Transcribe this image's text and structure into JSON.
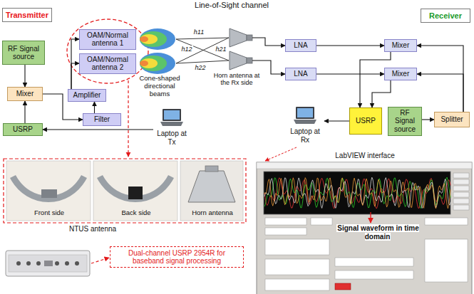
{
  "diagram": {
    "nodes": [
      {
        "text": [
          "Transmitter"
        ]
      },
      {
        "text": [
          "RF Signal source"
        ]
      },
      {
        "text": [
          "Mixer"
        ]
      },
      {
        "text": [
          "USRP"
        ]
      },
      {
        "text": [
          "OAM/Normal antenna 1"
        ]
      },
      {
        "text": [
          "OAM/Normal antenna 2"
        ]
      },
      {
        "text": [
          "Amplifier"
        ]
      },
      {
        "text": [
          "Filter"
        ]
      },
      {
        "text": [
          "Laptop at Tx"
        ]
      },
      {
        "text": [
          "Receiver"
        ]
      },
      {
        "text": [
          "LNA"
        ]
      },
      {
        "text": [
          "LNA"
        ]
      },
      {
        "text": [
          "Mixer"
        ]
      },
      {
        "text": [
          "Mixer"
        ]
      },
      {
        "text": [
          "USRP"
        ]
      },
      {
        "text": [
          "RF Signal source"
        ]
      },
      {
        "text": [
          "Splitter"
        ]
      },
      {
        "text": [
          "Laptop at Rx"
        ]
      },
      {
        "text": [
          "Dual-channel USRP 2954R for baseband signal processing"
        ]
      }
    ],
    "edges": [
      {
        "from": 1,
        "to": 2,
        "arrow": "to"
      },
      {
        "from": 3,
        "to": 2,
        "arrow": "to"
      },
      {
        "from": 2,
        "to": 7,
        "arrow": "to"
      },
      {
        "from": 7,
        "to": 6,
        "arrow": "to"
      },
      {
        "from": 6,
        "to": 4,
        "arrow": "to"
      },
      {
        "from": 6,
        "to": 5,
        "arrow": "to"
      },
      {
        "from": 8,
        "to": 3,
        "arrow": "to"
      },
      {
        "from": 10,
        "to": 12,
        "arrow": "to"
      },
      {
        "from": 11,
        "to": 13,
        "arrow": "to"
      },
      {
        "from": 15,
        "to": 16,
        "arrow": "to"
      },
      {
        "from": 16,
        "to": 12,
        "arrow": "to"
      },
      {
        "from": 16,
        "to": 13,
        "arrow": "to"
      },
      {
        "from": 12,
        "to": 14,
        "arrow": "to"
      },
      {
        "from": 13,
        "to": 14,
        "arrow": "to"
      },
      {
        "from": 14,
        "to": 17,
        "arrow": "to"
      }
    ],
    "labels": [
      "Line-of-Sight channel",
      "Cone-shaped directional beams",
      "h11",
      "h12",
      "h21",
      "h22",
      "Horn antenna at the Rx side",
      "Front side",
      "Back side",
      "NTUS antenna",
      "Horn antenna",
      "LabVIEW interface",
      "Signal waveform in time domain"
    ]
  }
}
